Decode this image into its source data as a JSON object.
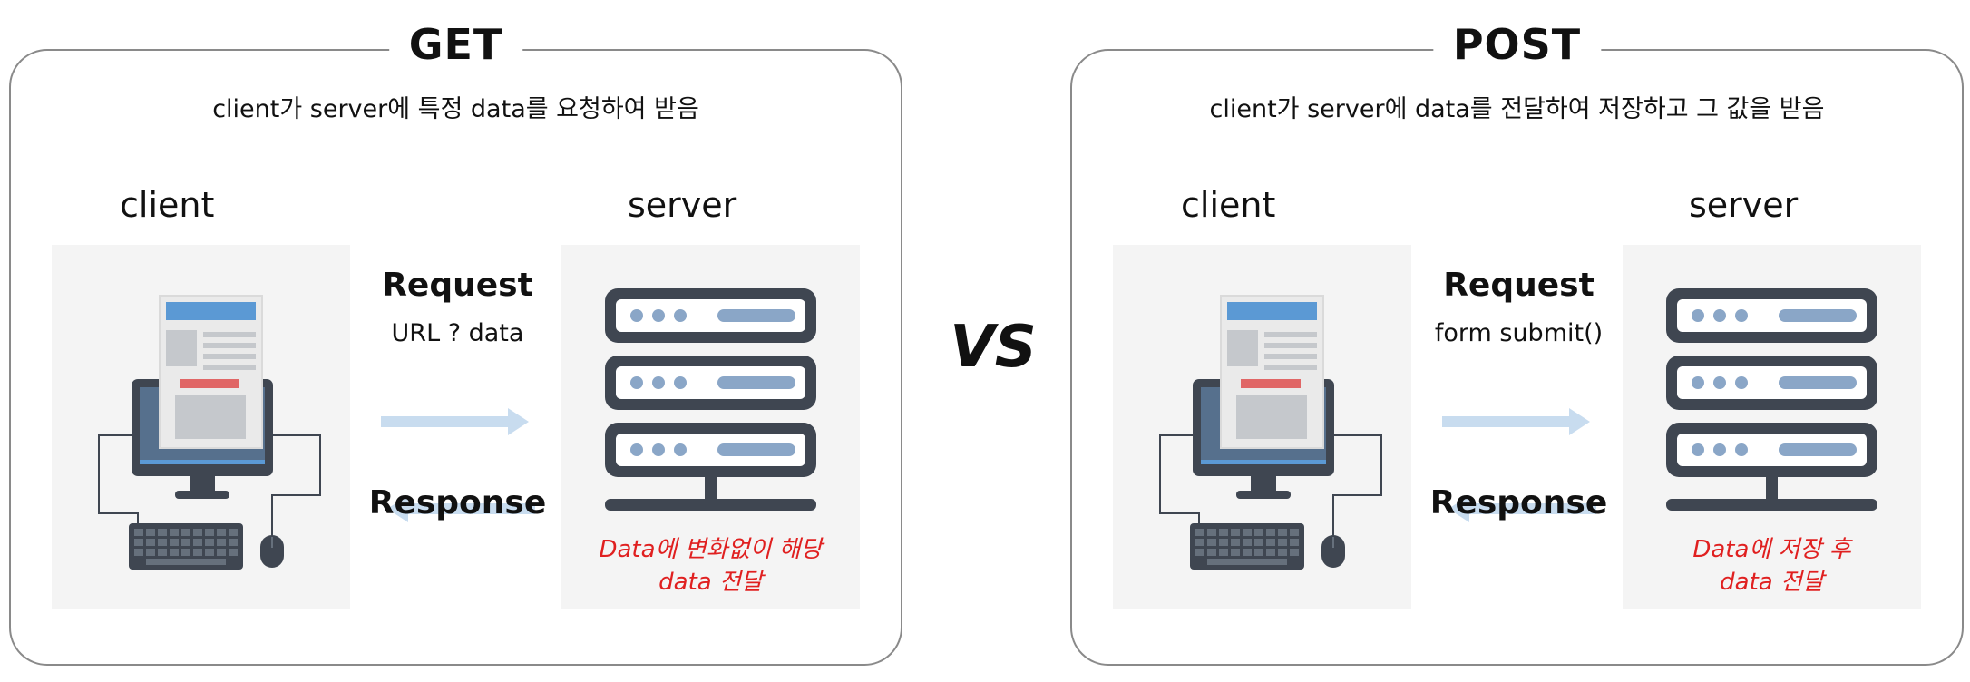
{
  "get": {
    "title": "GET",
    "description": "client가 server에 특정 data를 요청하여 받음",
    "client_label": "client",
    "server_label": "server",
    "request_label": "Request",
    "request_detail": "URL ? data",
    "response_label": "Response",
    "server_note_line1": "Data에 변화없이 해당",
    "server_note_line2": "data 전달"
  },
  "vs_label": "VS",
  "post": {
    "title": "POST",
    "description": "client가 server에 data를 전달하여 저장하고 그 값을 받음",
    "client_label": "client",
    "server_label": "server",
    "request_label": "Request",
    "request_detail": "form submit()",
    "response_label": "Response",
    "server_note_line1": "Data에 저장 후",
    "server_note_line2": "data 전달"
  },
  "colors": {
    "panel_border": "#8a8a8a",
    "note_red": "#e02020",
    "arrow_blue": "#c8dcef",
    "server_dark": "#3f4651",
    "server_light": "#8aa6c7",
    "page_blue": "#5b99d4",
    "page_red": "#e06666"
  },
  "icons": [
    "computer-icon",
    "server-icon",
    "arrow-right-icon",
    "arrow-left-icon"
  ]
}
